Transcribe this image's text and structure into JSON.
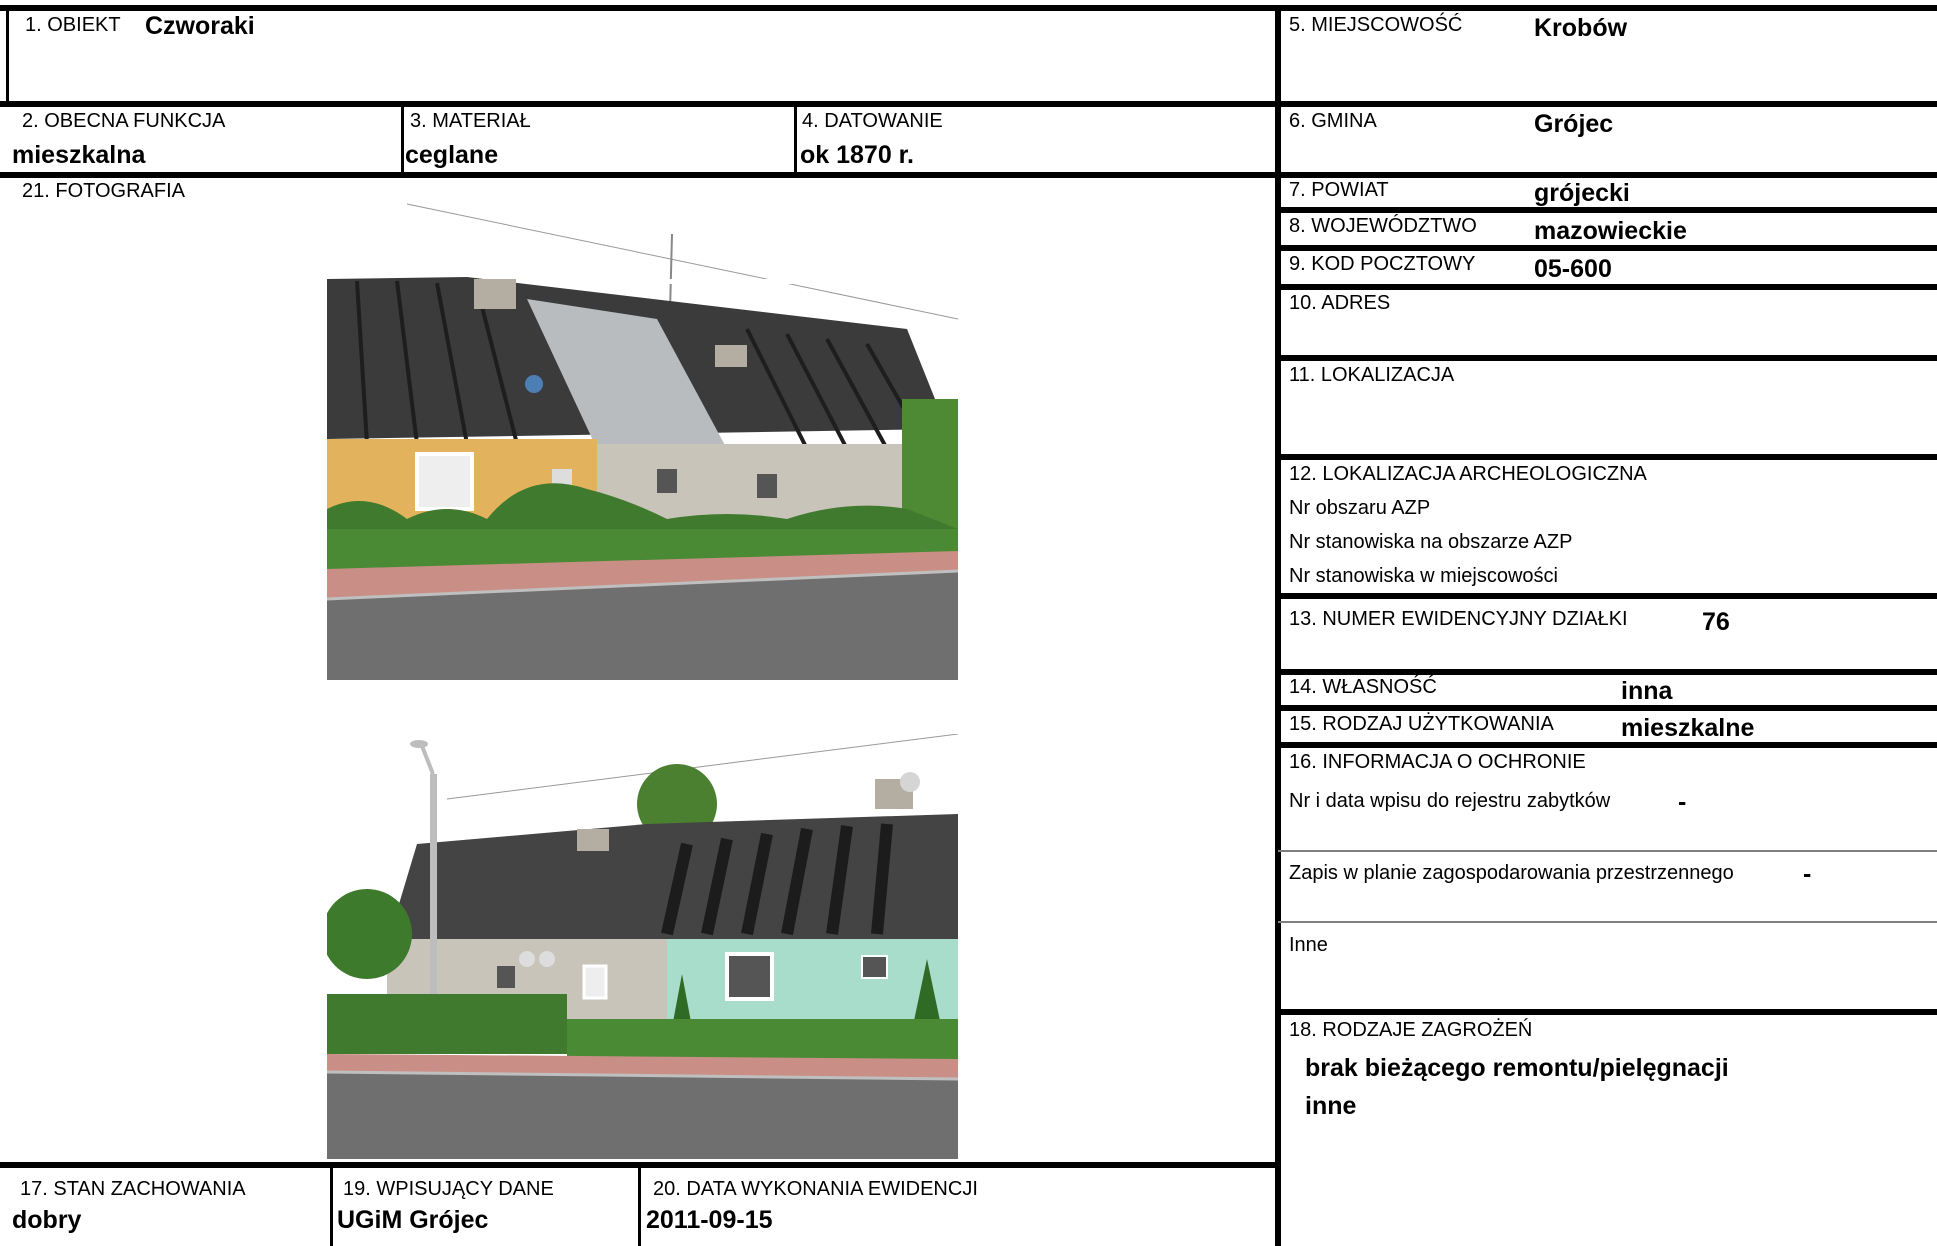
{
  "fields": {
    "obiekt": {
      "label": "1. OBIEKT",
      "value": "Czworaki"
    },
    "miejscowosc": {
      "label": "5. MIEJSCOWOŚĆ",
      "value": "Krobów"
    },
    "funkcja": {
      "label": "2. OBECNA FUNKCJA",
      "value": "mieszkalna"
    },
    "material": {
      "label": "3. MATERIAŁ",
      "value": "ceglane"
    },
    "datowanie": {
      "label": "4. DATOWANIE",
      "value": "ok 1870 r."
    },
    "gmina": {
      "label": "6. GMINA",
      "value": "Grójec"
    },
    "fotografia": {
      "label": "21. FOTOGRAFIA"
    },
    "powiat": {
      "label": "7. POWIAT",
      "value": "grójecki"
    },
    "wojewodztwo": {
      "label": "8. WOJEWÓDZTWO",
      "value": "mazowieckie"
    },
    "kod": {
      "label": "9. KOD POCZTOWY",
      "value": "05-600"
    },
    "adres": {
      "label": "10. ADRES"
    },
    "lokalizacja": {
      "label": "11. LOKALIZACJA"
    },
    "archeo": {
      "label": "12. LOKALIZACJA ARCHEOLOGICZNA",
      "line1": "Nr obszaru AZP",
      "line2": "Nr stanowiska na obszarze AZP",
      "line3": "Nr stanowiska w miejscowości"
    },
    "dzialka": {
      "label": "13. NUMER EWIDENCYJNY DZIAŁKI",
      "value": "76"
    },
    "wlasnosc": {
      "label": "14. WŁASNOŚĆ",
      "value": "inna"
    },
    "uzytkowanie": {
      "label": "15. RODZAJ UŻYTKOWANIA",
      "value": "mieszkalne"
    },
    "ochrona": {
      "label": "16. INFORMACJA O OCHRONIE",
      "rejestr_label": "Nr i data wpisu do rejestru zabytków",
      "rejestr_value": "-",
      "plan_label": "Zapis w planie zagospodarowania przestrzennego",
      "plan_value": "-",
      "inne_label": "Inne"
    },
    "zagrozenia": {
      "label": "18. RODZAJE ZAGROŻEŃ",
      "value1": "brak bieżącego remontu/pielęgnacji",
      "value2": "inne"
    },
    "stan": {
      "label": "17. STAN ZACHOWANIA",
      "value": "dobry"
    },
    "wpisujacy": {
      "label": "19. WPISUJĄCY DANE",
      "value": "UGiM Grójec"
    },
    "data": {
      "label": "20. DATA WYKONANIA EWIDENCJI",
      "value": "2011-09-15"
    }
  },
  "colors": {
    "roof_dark": "#3b3b3b",
    "roof_tin": "#b8bcbf",
    "wall_yellow": "#e2b35c",
    "wall_mint": "#a8dccb",
    "wall_grey": "#c9c4b9",
    "hedge": "#3f7a2e",
    "sidewalk": "#c98f86",
    "asphalt": "#6f6f70"
  },
  "icons": [
    "photo-house-1",
    "photo-house-2"
  ]
}
